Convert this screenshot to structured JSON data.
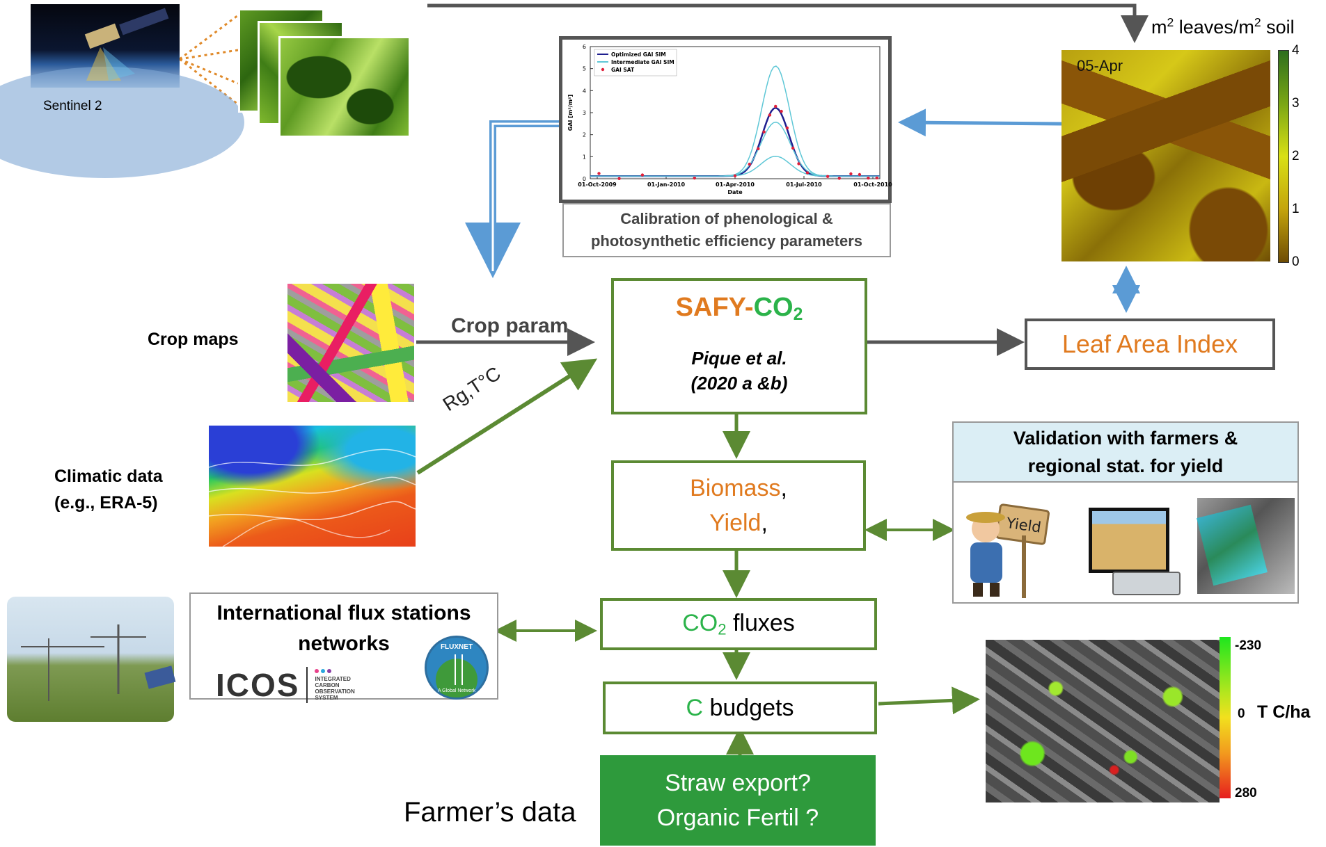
{
  "satellite": {
    "label": "Sentinel 2"
  },
  "lai_map": {
    "unit_label_parts": [
      "m",
      "2",
      " leaves/m",
      "2",
      " soil"
    ],
    "date_label": "05-Apr",
    "colorbar_ticks": [
      "4",
      "3",
      "2",
      "1",
      "0"
    ]
  },
  "calibration": {
    "caption_line1": "Calibration of phenological &",
    "caption_line2": "photosynthetic efficiency parameters",
    "chart_data": {
      "type": "line",
      "ylabel": "GAI [m²/m²]",
      "xlabel": "Date",
      "x_ticks": [
        "01-Oct-2009",
        "01-Jan-2010",
        "01-Apr-2010",
        "01-Jul-2010",
        "01-Oct-2010"
      ],
      "y_ticks": [
        "0",
        "1",
        "2",
        "3",
        "4",
        "5",
        "6"
      ],
      "ylim": [
        0,
        6
      ],
      "legend": [
        "Optimized GAI SIM",
        "Intermediate GAI SIM",
        "GAI SAT"
      ],
      "series_colors": {
        "optimized": "#1f1f8f",
        "intermediate": "#5ec7d6",
        "sat": "#e0203a"
      },
      "curves": [
        {
          "name": "Optimized GAI SIM",
          "peak": 3.1
        },
        {
          "name": "Intermediate GAI SIM",
          "peak": 5.0
        },
        {
          "name": "Intermediate GAI SIM",
          "peak": 2.45
        },
        {
          "name": "Intermediate GAI SIM",
          "peak": 0.9
        }
      ]
    }
  },
  "inputs": {
    "crop_maps_label": "Crop maps",
    "crop_param_label": "Crop param",
    "climatic_line1": "Climatic data",
    "climatic_line2": "(e.g., ERA-5)",
    "rg_label": "Rg,T°C"
  },
  "model": {
    "name_part1": "SAFY-",
    "name_part2": "CO",
    "name_sub": "2",
    "ref_line1": "Pique et al.",
    "ref_line2": "(2020 a &b)"
  },
  "lai_box": {
    "label": "Leaf Area Index"
  },
  "biomass": {
    "line1": "Biomass",
    "line1_suffix": ",",
    "line2": "Yield",
    "line2_suffix": ","
  },
  "validation": {
    "title_line1": "Validation with farmers &",
    "title_line2": "regional stat. for yield",
    "sign_text": "Yield"
  },
  "fluxes": {
    "co2": "CO",
    "co2_sub": "2",
    "suffix": " fluxes"
  },
  "flux_network": {
    "title_line1": "International flux stations",
    "title_line2": "networks",
    "icos": "ICOS",
    "icos_desc": [
      "INTEGRATED",
      "CARBON",
      "OBSERVATION",
      "SYSTEM"
    ],
    "fluxnet": "FLUXNET",
    "fluxnet_sub": "A Global Network"
  },
  "budgets": {
    "c": "C",
    "suffix": " budgets"
  },
  "farmer": {
    "label": "Farmer’s data",
    "line1": "Straw export?",
    "line2": "Organic Fertil ?"
  },
  "carbon_map": {
    "tick_top": "-230",
    "tick_mid": "0",
    "tick_bottom": "280",
    "unit": "T C/ha"
  },
  "colors": {
    "arrow_gray": "#555555",
    "arrow_green": "#5b8a33",
    "arrow_blue": "#5b9bd5",
    "orange": "#e07a1f",
    "green": "#2bb34a",
    "farmer_box": "#2e9a3c"
  }
}
